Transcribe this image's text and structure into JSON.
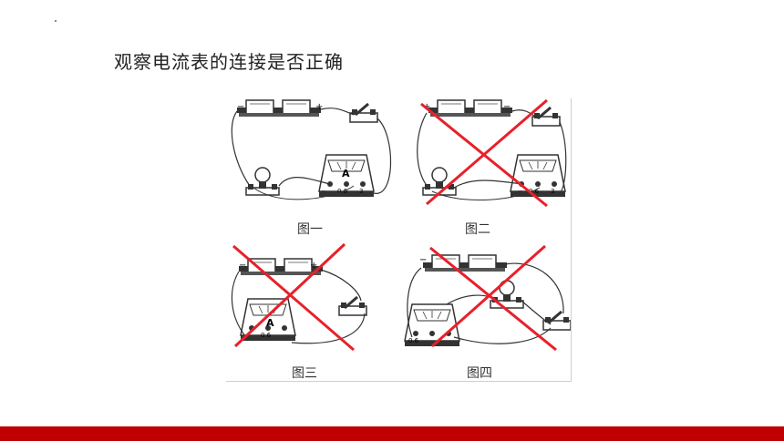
{
  "title": "观察电流表的连接是否正确",
  "figures": [
    {
      "caption": "图一",
      "crossed": false
    },
    {
      "caption": "图二",
      "crossed": true
    },
    {
      "caption": "图三",
      "crossed": true
    },
    {
      "caption": "图四",
      "crossed": true
    }
  ],
  "meter": {
    "letter": "A",
    "terminals": [
      "−",
      "0.6",
      "3"
    ]
  },
  "battery": {
    "minus": "−",
    "plus": "+"
  },
  "colors": {
    "cross": "#e8202a",
    "accent_bar": "#c00000",
    "line": "#333333"
  }
}
